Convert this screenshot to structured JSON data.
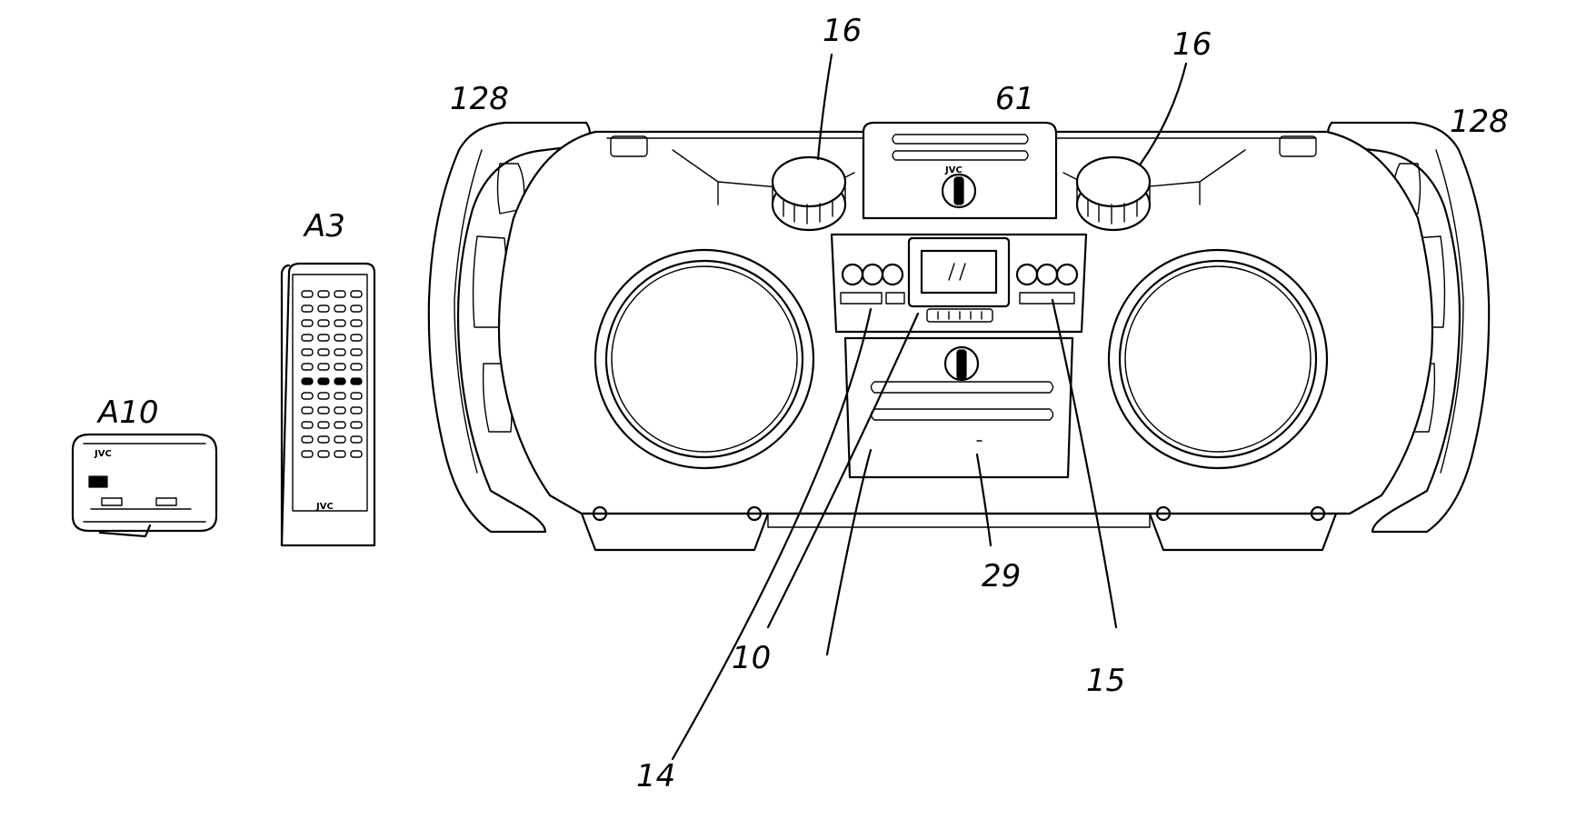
{
  "labels": {
    "l16a": "16",
    "l16b": "16",
    "l61": "61",
    "l128a": "128",
    "l128b": "128",
    "lA3": "A3",
    "lA10": "A10",
    "l10": "10",
    "l14": "14",
    "l15": "15",
    "l29": "29"
  },
  "brand": {
    "main": "JVC",
    "remote": "JVC",
    "charger": "JVC"
  }
}
